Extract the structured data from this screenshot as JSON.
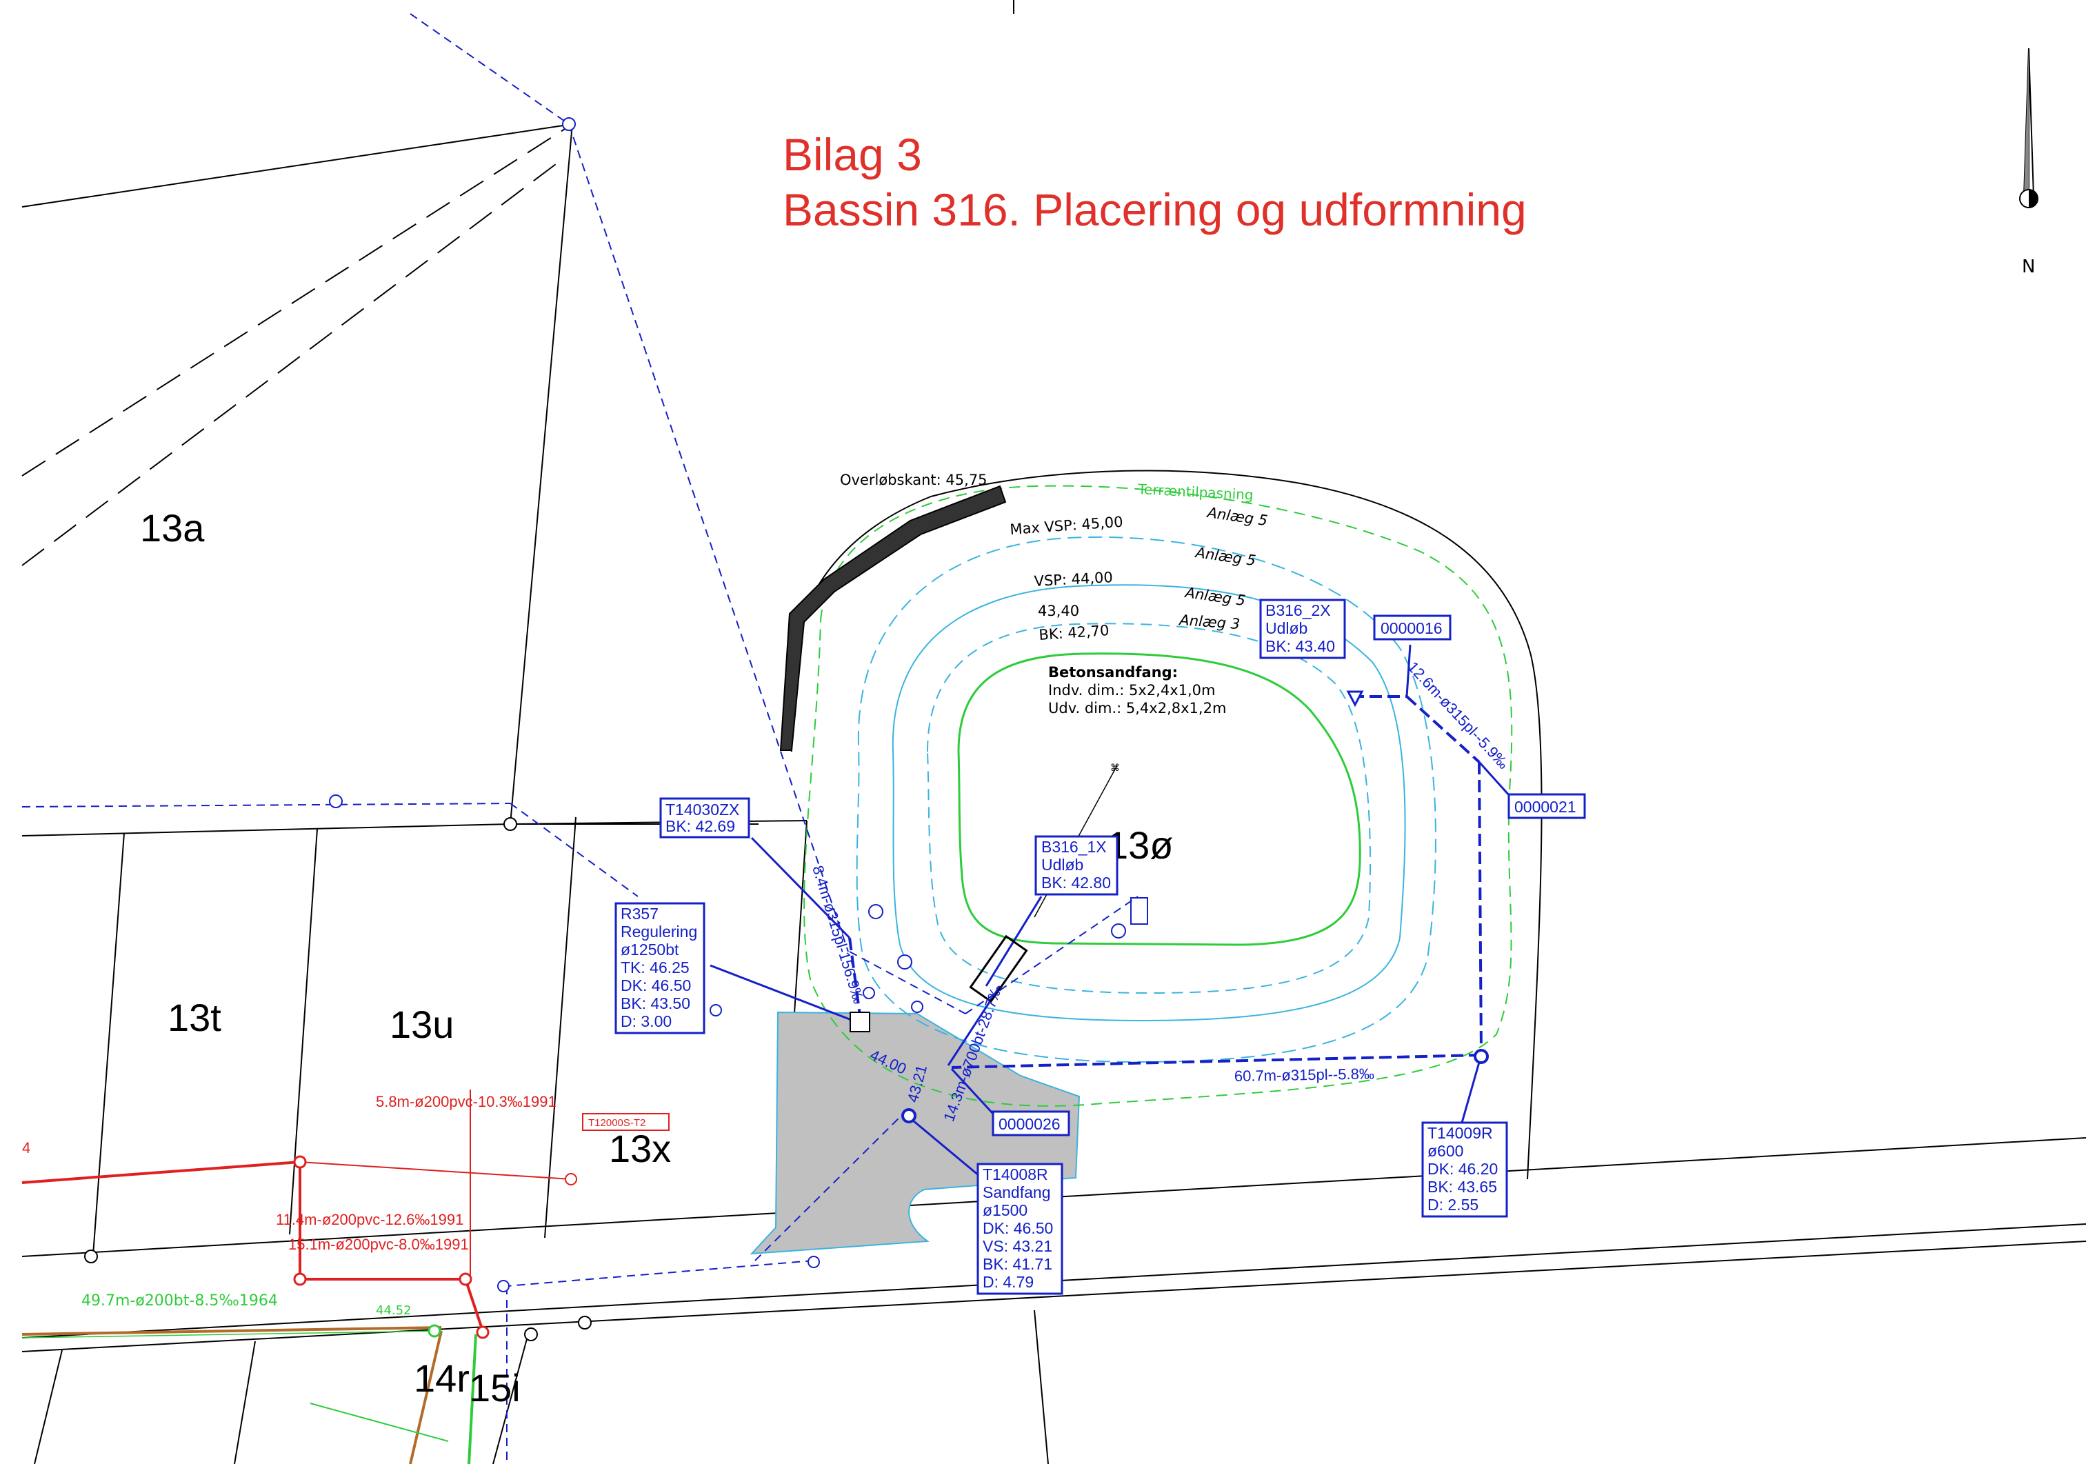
{
  "title": {
    "line1": "Bilag 3",
    "line2": "Bassin 316. Placering og udformning"
  },
  "north_arrow": {
    "label": "N"
  },
  "colors": {
    "title": "#e0302a",
    "sewer": "#1420c8",
    "existing_pipe": "#e02020",
    "terrain": "#2ecc3a",
    "water_level": "#3ab4e0",
    "basin_fill": "#c0c0c0",
    "overflow_edge": "#333333"
  },
  "parcels": [
    "13a",
    "13t",
    "13u",
    "13x",
    "13ø",
    "14r",
    "15i"
  ],
  "basin_labels": {
    "overflow": "Overløbskant: 45,75",
    "terrain": "Terræntilpasning",
    "max_vsp": "Max VSP: 45,00",
    "vsp": "VSP: 44,00",
    "level_4340": "43,40",
    "bk": "BK: 42,70",
    "slope1": "Anlæg 5",
    "slope2": "Anlæg 5",
    "slope3": "Anlæg 5",
    "slope4": "Anlæg 3"
  },
  "sandfang_note": {
    "heading": "Betonsandfang:",
    "inner": "Indv. dim.: 5x2,4x1,0m",
    "outer": "Udv. dim.: 5,4x2,8x1,2m"
  },
  "manholes": {
    "t14030zx": [
      "T14030ZX",
      "BK: 42.69"
    ],
    "r357": [
      "R357",
      "Regulering",
      "ø1250bt",
      "TK: 46.25",
      "DK: 46.50",
      "BK: 43.50",
      "D:  3.00"
    ],
    "b316_1x": [
      "B316_1X",
      "Udløb",
      "BK: 42.80"
    ],
    "b316_2x": [
      "B316_2X",
      "Udløb",
      "BK: 43.40"
    ],
    "n0000016": [
      "0000016"
    ],
    "n0000021": [
      "0000021"
    ],
    "n0000026": [
      "0000026"
    ],
    "t14008r": [
      "T14008R",
      "Sandfang",
      "ø1500",
      "DK: 46.50",
      "VS: 43.21",
      "BK: 41.71",
      "D:  4.79"
    ],
    "t14009r": [
      "T14009R",
      "ø600",
      "DK: 46.20",
      "BK: 43.65",
      "D:  2.55"
    ]
  },
  "pipes": {
    "p1": "8.4m-ø315pl-156.9‰",
    "p2": "14.3m-ø700bt-28.7‰",
    "p3": "60.7m-ø315pl--5.8‰",
    "p4": "12.6m-ø315pl--5.9‰",
    "level_4400": "44.00",
    "level_4321": "43.21"
  },
  "existing": {
    "r1": "5.8m-ø200pvc-10.3‰1991",
    "r2": "11.4m-ø200pvc-12.6‰1991",
    "r3": "15.1m-ø200pvc-8.0‰1991",
    "tag": "T12000S-T2",
    "edge_mark": "4",
    "green_pipe": "49.7m-ø200bt-8.5‰1964",
    "green_level": "44.52"
  }
}
